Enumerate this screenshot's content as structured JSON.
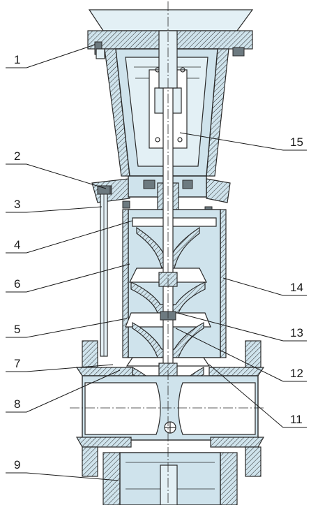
{
  "callouts": [
    {
      "id": "1",
      "text": "1"
    },
    {
      "id": "2",
      "text": "2"
    },
    {
      "id": "3",
      "text": "3"
    },
    {
      "id": "4",
      "text": "4"
    },
    {
      "id": "6",
      "text": "6"
    },
    {
      "id": "5",
      "text": "5"
    },
    {
      "id": "7",
      "text": "7"
    },
    {
      "id": "8",
      "text": "8"
    },
    {
      "id": "9",
      "text": "9"
    },
    {
      "id": "15",
      "text": "15"
    },
    {
      "id": "14",
      "text": "14"
    },
    {
      "id": "13",
      "text": "13"
    },
    {
      "id": "12",
      "text": "12"
    },
    {
      "id": "11",
      "text": "11"
    }
  ],
  "colors": {
    "body_fill": "#cfe3ec",
    "light_fill": "#e3f0f5",
    "outline": "#2a2a2a"
  }
}
